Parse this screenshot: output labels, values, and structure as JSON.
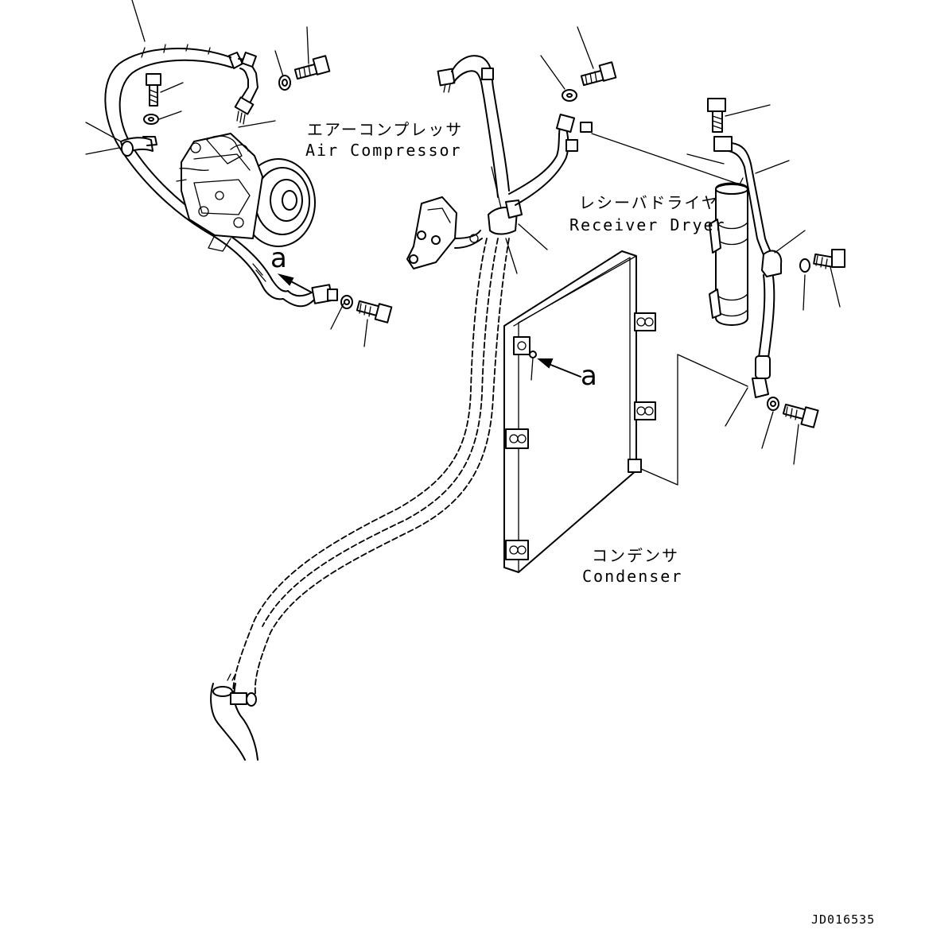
{
  "labels": {
    "air_compressor_jp": "エアーコンプレッサ",
    "air_compressor_en": "Air Compressor",
    "receiver_dryer_jp": "レシーバドライヤ",
    "receiver_dryer_en": "Receiver Dryer",
    "condenser_jp": "コンデンサ",
    "condenser_en": "Condenser",
    "detail_marker_1": "a",
    "detail_marker_2": "a",
    "drawing_code": "JD016535"
  }
}
